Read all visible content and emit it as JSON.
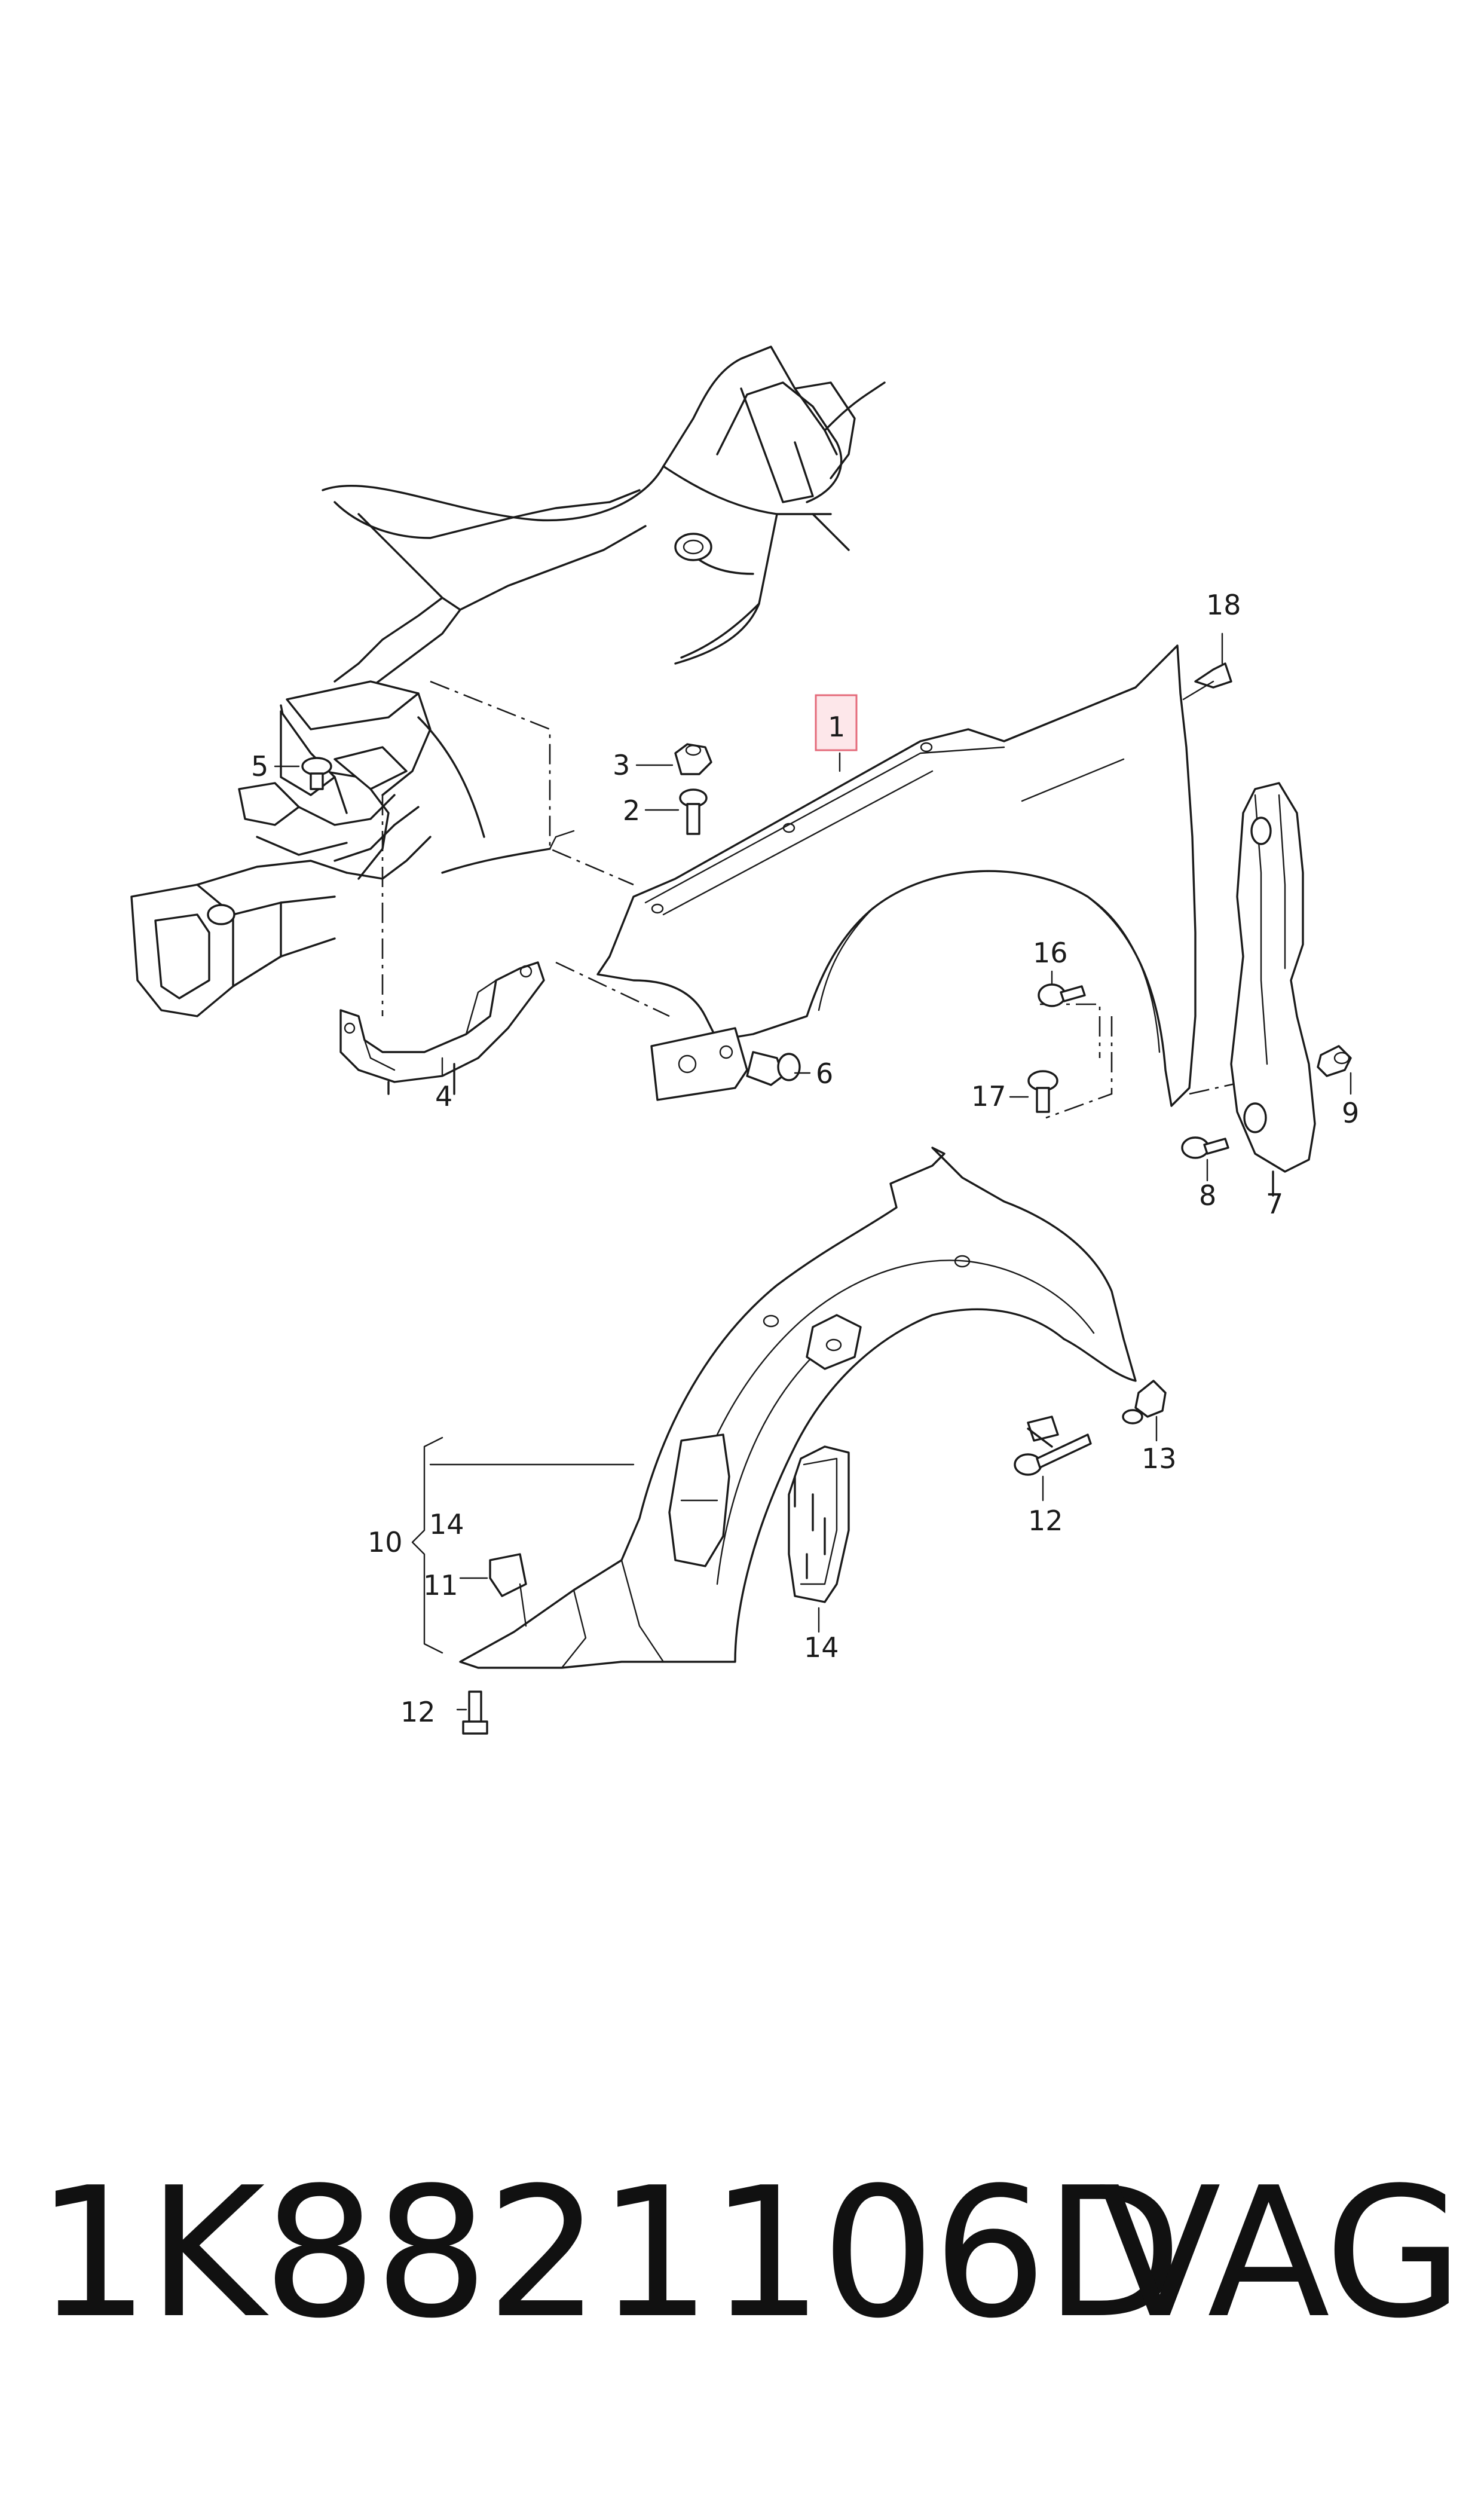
{
  "callouts": {
    "c1": "1",
    "c2": "2",
    "c3": "3",
    "c4": "4",
    "c5": "5",
    "c6": "6",
    "c7": "7",
    "c8": "8",
    "c9": "9",
    "c10": "10",
    "c11": "11",
    "c12a": "12",
    "c12b": "12",
    "c13": "13",
    "c14a": "14",
    "c14b": "14",
    "c16": "16",
    "c17": "17",
    "c18": "18"
  },
  "footer": {
    "part_number": "1K8821106D",
    "brand": "VAG"
  },
  "colors": {
    "line": "#1a1a1a",
    "highlight_fill": "#fde7ea",
    "highlight_stroke": "#e46a7a"
  }
}
